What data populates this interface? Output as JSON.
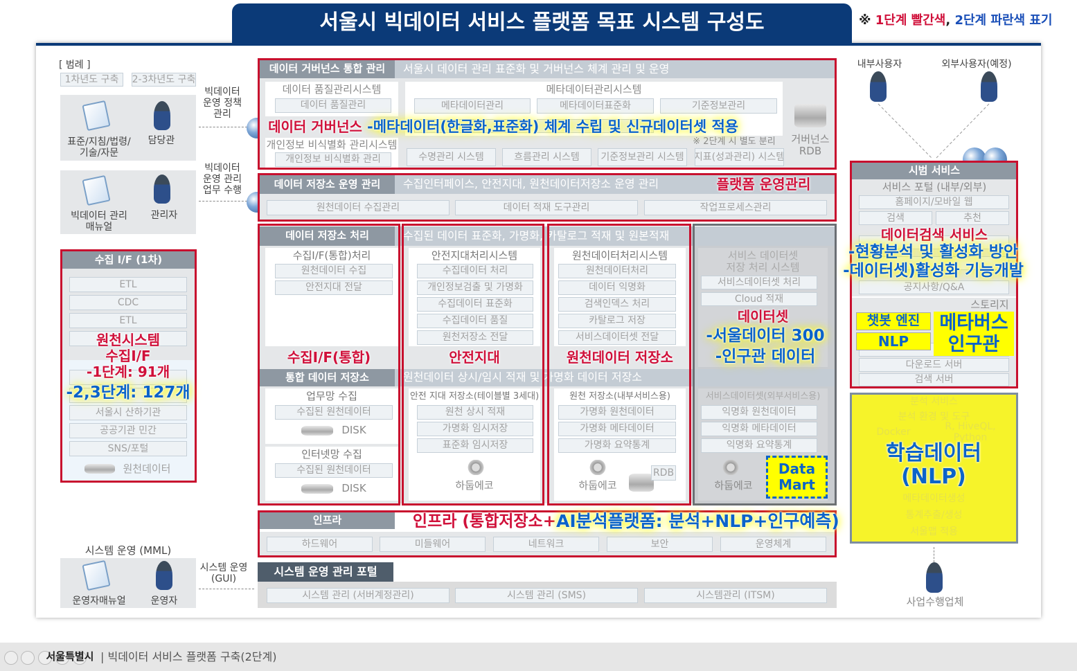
{
  "title": "서울시 빅데이터 서비스 플랫폼 목표 시스템 구성도",
  "note": {
    "prefix": "※ ",
    "red": "1단계 빨간색",
    "sep": ", ",
    "blue": "2단계 파란색 표기"
  },
  "legend": {
    "title": "[ 범례 ]",
    "year1": "1차년도 구축",
    "year23": "2-3차년도 구축"
  },
  "left": {
    "policy_label": "빅데이터\n운영 정책\n관리",
    "std_label": "표준/지침/법령/\n기술/자문",
    "manager": "담당관",
    "ops_label": "빅데이터\n운영 관리\n업무 수행",
    "manual": "빅데이터 관리\n매뉴얼",
    "admin": "관리자",
    "collect": {
      "header": "수집 I/F (1차)",
      "items": [
        "ETL",
        "CDC",
        "ETL",
        "",
        "",
        "",
        "서울시 산하기관",
        "공공기관 민간",
        "SNS/포털"
      ],
      "db": "원천데이터",
      "ann_red": "원천시스템\n수집I/F\n-1단계: 91개",
      "ann_blue": "-2,3단계: 127개"
    },
    "sysops": {
      "title": "시스템 운영 (MML)",
      "gui": "시스템 운영\n(GUI)",
      "manual": "운영자매뉴얼",
      "operator": "운영자"
    }
  },
  "gov": {
    "header": "데이터 거버넌스 통합 관리",
    "subheader": "서울시 데이터 관리 표준화 및 거버넌스 체계 관리 및 운영",
    "quality": {
      "title": "데이터 품질관리시스템",
      "item": "데이터 품질관리"
    },
    "privacy": {
      "title": "개인정보 비식별화 관리시스템",
      "item": "개인정보 비식별화 관리"
    },
    "meta": {
      "title": "메타데이터관리시스템",
      "items": [
        "메타데이터관리",
        "메타데이터표준화",
        "기준정보관리"
      ],
      "note": "※ 2단계 시 별도 분리"
    },
    "systems": [
      "수명관리 시스템",
      "흐름관리 시스템",
      "기준정보관리 시스템",
      "지표(성과관리) 시스템"
    ],
    "rdb": "거버넌스\nRDB",
    "ann_red": "데이터 거버넌스",
    "ann_blue": "-메타데이터(한글화,표준화) 체계 수립 및 신규데이터셋 적용"
  },
  "ops": {
    "header": "데이터 저장소 운영 관리",
    "subheader": "수집인터페이스, 안전지대, 원천데이터저장소 운영 관리",
    "items": [
      "원천데이터 수집관리",
      "데이터 적재 도구관리",
      "작업프로세스관리"
    ],
    "ann_red": "플랫폼 운영관리"
  },
  "proc": {
    "header": "데이터 저장소 처리",
    "subheader": "수집된 데이터 표준화, 가명화, 카탈로그 적재 및 원본적재",
    "col1": {
      "title": "수집I/F(통합)처리",
      "items": [
        "원천데이터 수집",
        "안전지대 전달"
      ]
    },
    "col2": {
      "title": "안전지대처리시스템",
      "items": [
        "수집데이터 처리",
        "개인정보검출 및 가명화",
        "수집데이터 표준화",
        "수집데이터 품질",
        "원천저장소 전달"
      ]
    },
    "col3": {
      "title": "원천데이터처리시스템",
      "items": [
        "원천데이터처리",
        "데이터 익명화",
        "검색인덱스 처리",
        "카탈로그 저장",
        "서비스데이터셋 전달"
      ]
    },
    "col4": {
      "title": "서비스 데이터셋\n저장 처리 시스템",
      "items": [
        "서비스데이터셋 처리",
        "Cloud 적재"
      ]
    }
  },
  "store": {
    "header": "통합 데이터 저장소",
    "subheader": "원천데이터 상시/임시 적재 및 가명화 데이터 저장소",
    "biz": {
      "title": "업무망 수집",
      "item": "수집된 원천데이터",
      "disk": "DISK"
    },
    "inet": {
      "title": "인터넷망 수집",
      "item": "수집된 원천데이터",
      "disk": "DISK"
    },
    "safe": {
      "title": "안전 지대 저장소(테이블별 3세대)",
      "items": [
        "원천 상시 적재",
        "가명화 임시저장",
        "표준화 임시저장"
      ],
      "hadoop": "하둡에코"
    },
    "source": {
      "title": "원천 저장소(내부서비스용)",
      "items": [
        "가명화 원천데이터",
        "가명화 메타데이터",
        "가명화 요약통계"
      ],
      "hadoop": "하둡에코",
      "rdb": "RDB"
    },
    "service": {
      "title": "서비스데이터셋(외부서비스용)",
      "items": [
        "익명화 원천데이터",
        "익명화 메타데이터",
        "익명화 요약통계"
      ],
      "hadoop": "하둡에코",
      "datamart": "Data\nMart"
    }
  },
  "annotations": {
    "collect_if": "수집I/F(통합)",
    "safezone": "안전지대",
    "source_store": "원천데이터\n저장소",
    "dataset_red": "데이터셋",
    "dataset_blue1": "-서울데이터 300",
    "dataset_blue2": "-인구관 데이터"
  },
  "infra": {
    "header": "인프라",
    "items": [
      "하드웨어",
      "미들웨어",
      "네트워크",
      "보안",
      "운영체계"
    ],
    "ann_red": "인프라 (통합저장소+",
    "ann_blue": "AI분석플랫폼: 분석+NLP+인구예측)"
  },
  "portal": {
    "header": "시스템 운영 관리 포털",
    "items": [
      "시스템 관리 (서버계정관리)",
      "시스템 관리 (SMS)",
      "시스템관리 (ITSM)"
    ]
  },
  "right": {
    "internal_user": "내부사용자",
    "external_user": "외부사용자(예정)",
    "vendor": "사업수행업체",
    "pilot": {
      "header": "시범 서비스",
      "portal_title": "서비스 포털 (내부/외부)",
      "items": [
        "홈페이지/모바일 웹",
        "검색",
        "추천",
        "공지사항/Q&A"
      ],
      "storage_title": "스토리지",
      "servers": [
        "",
        "다운로드 서버",
        "검색 서버"
      ],
      "ann_red": "데이터검색\n서비스",
      "ann_blue1": "-현황분석 및 활성화 방안",
      "ann_blue2": "-데이터셋)활성화 기능개발",
      "chatbot": "챗봇 엔진",
      "nlp": "NLP",
      "metaverse": "메타버스\n인구관"
    },
    "analysis": {
      "header": "분석 서비스",
      "env": "분석 환경 및 도구",
      "tools": [
        "Docker",
        "R, HiveQL, Python"
      ],
      "items": [
        "메타데이터생성",
        "통계추출/생성",
        "서울맵 적용"
      ],
      "ann": "학습데이터\n(NLP)"
    }
  },
  "footer": {
    "org": "서울특별시",
    "doc": "| 빅데이터 서비스 플랫폼 구축(2단계)"
  },
  "colors": {
    "banner": "#0b3a78",
    "stage1_red": "#c8102e",
    "stage2_blue": "#0b63c9",
    "highlight_yellow": "#ffff00"
  }
}
